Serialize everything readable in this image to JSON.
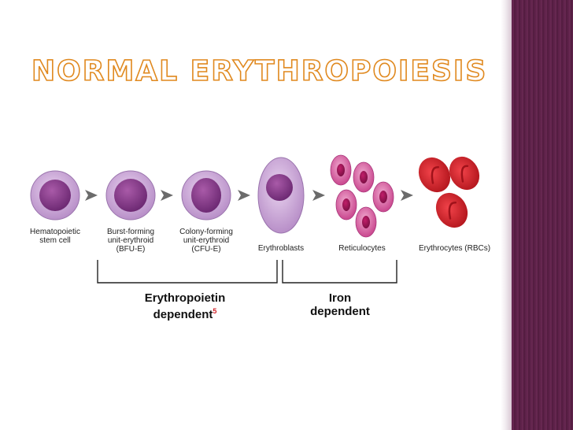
{
  "slide": {
    "title": "Normal Erythropoiesis"
  },
  "stages": [
    {
      "label_lines": [
        "Hematopoietic",
        "stem cell"
      ],
      "icon": "stem-cell"
    },
    {
      "label_lines": [
        "Burst-forming",
        "unit-erythroid",
        "(BFU-E)"
      ],
      "icon": "bfu-e-cell"
    },
    {
      "label_lines": [
        "Colony-forming",
        "unit-erythroid",
        "(CFU-E)"
      ],
      "icon": "cfu-e-cell"
    },
    {
      "label_lines": [
        "Erythroblasts"
      ],
      "icon": "erythroblast-cell"
    },
    {
      "label_lines": [
        "Reticulocytes"
      ],
      "icon": "reticulocyte-cluster"
    },
    {
      "label_lines": [
        "Erythrocytes (RBCs)"
      ],
      "icon": "erythrocyte-cluster"
    }
  ],
  "phases": [
    {
      "line1": "Erythropoietin",
      "line2": "dependent",
      "superscript": "5"
    },
    {
      "line1": "Iron",
      "line2": "dependent"
    }
  ],
  "colors": {
    "title_outline": "#e0891f",
    "sidebar": "#5a1f45",
    "cell_membrane": "#c9a5d6",
    "cell_nucleus": "#8b3a8f",
    "reticulocyte": "#d05a9a",
    "rbc": "#d8232a",
    "arrow": "#6b6b6b"
  }
}
